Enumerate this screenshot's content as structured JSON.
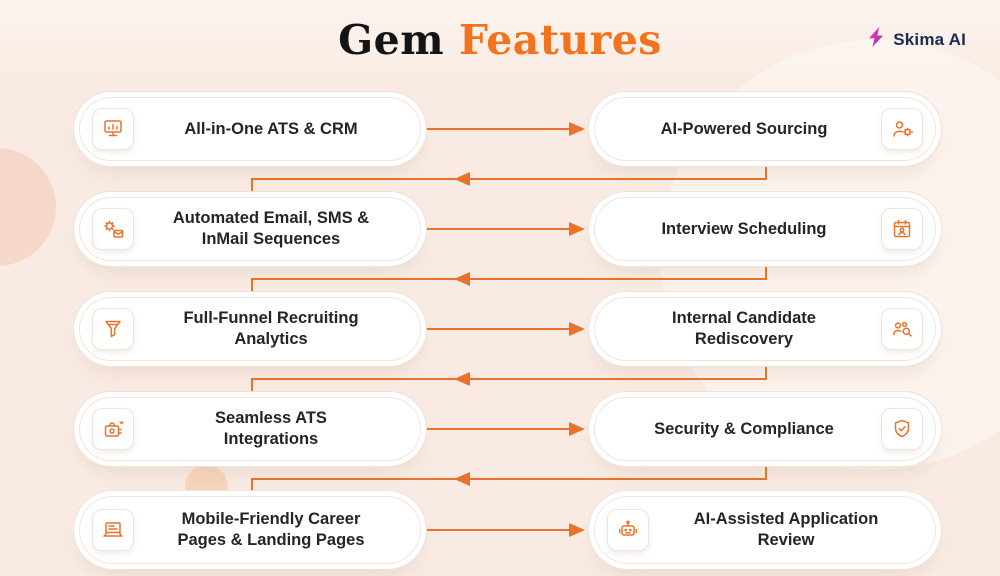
{
  "header": {
    "title": {
      "black": "Gem",
      "orange": "Features"
    },
    "brand": {
      "name": "Skima AI"
    }
  },
  "colors": {
    "accent": "#e9732a",
    "title_orange": "#f2731d",
    "background": "#f9ebe3",
    "brand_text": "#1c2b52",
    "card_text": "#252525"
  },
  "flow": {
    "rows": [
      {
        "left": {
          "label": "All-in-One ATS & CRM",
          "icon": "ats-crm-icon",
          "icon_side": "left"
        },
        "right": {
          "label": "AI-Powered Sourcing",
          "icon": "ai-sourcing-icon",
          "icon_side": "right"
        }
      },
      {
        "left": {
          "label": "Automated Email, SMS &\nInMail Sequences",
          "icon": "automation-sequences-icon",
          "icon_side": "left"
        },
        "right": {
          "label": "Interview Scheduling",
          "icon": "interview-scheduling-icon",
          "icon_side": "right"
        }
      },
      {
        "left": {
          "label": "Full-Funnel Recruiting\nAnalytics",
          "icon": "funnel-analytics-icon",
          "icon_side": "left"
        },
        "right": {
          "label": "Internal Candidate\nRediscovery",
          "icon": "candidate-rediscovery-icon",
          "icon_side": "right"
        }
      },
      {
        "left": {
          "label": "Seamless ATS\nIntegrations",
          "icon": "ats-integrations-icon",
          "icon_side": "left"
        },
        "right": {
          "label": "Security & Compliance",
          "icon": "security-compliance-icon",
          "icon_side": "right"
        }
      },
      {
        "left": {
          "label": "Mobile-Friendly Career\nPages & Landing Pages",
          "icon": "career-pages-icon",
          "icon_side": "left"
        },
        "right": {
          "label": "AI-Assisted Application\nReview",
          "icon": "ai-review-icon",
          "icon_side": "left"
        }
      }
    ]
  }
}
